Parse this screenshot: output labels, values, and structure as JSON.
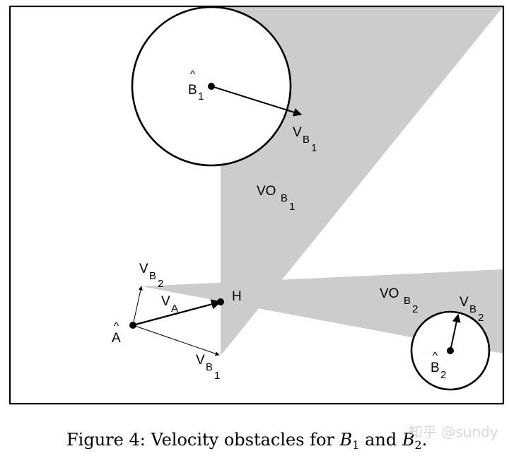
{
  "labels": {
    "b1_hat": "^",
    "b1_base": "B",
    "b1_sub": "1",
    "vb1_base": "V",
    "vb1_b": "B",
    "vb1_sub": "1",
    "vo1_base": "VO",
    "vo1_b": "B",
    "vo1_sub": "1",
    "vb2_base": "V",
    "vb2_b": "B",
    "vb2_sub": "2",
    "va_base": "V",
    "va_sub": "A",
    "h": "H",
    "a_hat": "^",
    "a_base": "A",
    "vb1_low_base": "V",
    "vb1_low_b": "B",
    "vb1_low_sub": "1",
    "vo2_base": "VO",
    "vo2_b": "B",
    "vo2_sub": "2",
    "vb2r_base": "V",
    "vb2r_b": "B",
    "vb2r_sub": "2",
    "b2_hat": "^",
    "b2_base": "B",
    "b2_sub": "2"
  },
  "caption": {
    "prefix": "Figure 4: Velocity obstacles for ",
    "b": "B",
    "one": "1",
    "and": " and ",
    "two": "2",
    "end": "."
  },
  "watermark": "知乎 @sundy",
  "colors": {
    "obstacle_fill": "#cccccc",
    "stroke": "#000000",
    "background": "#ffffff"
  }
}
